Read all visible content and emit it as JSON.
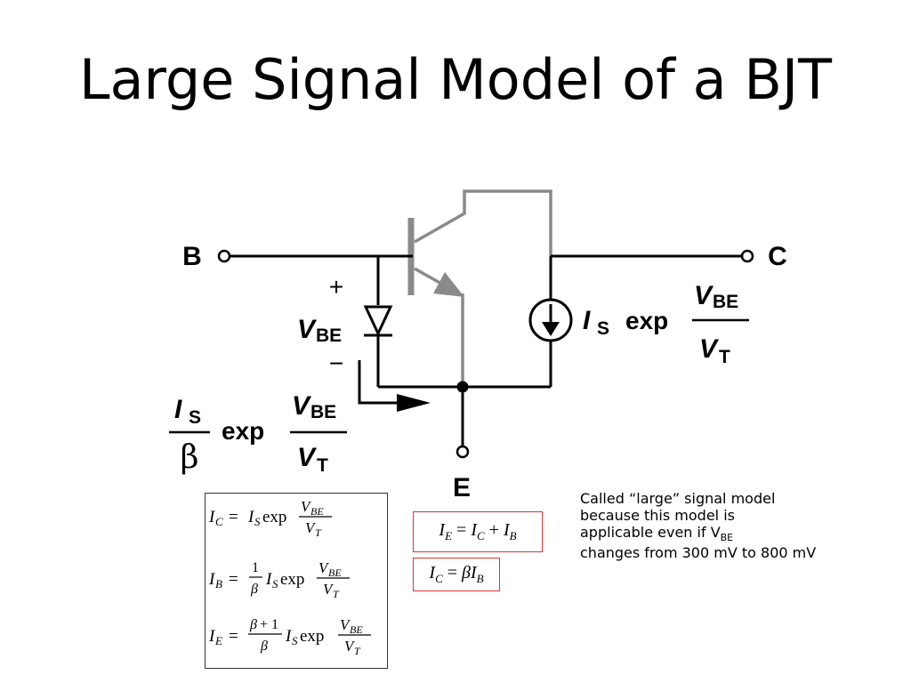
{
  "slide": {
    "title": "Large Signal Model of a BJT"
  },
  "circuit": {
    "node_b": "B",
    "node_c": "C",
    "node_e": "E",
    "plus_sign": "+",
    "minus_sign": "−",
    "vbe_main": "V",
    "vbe_sub": "BE",
    "ic_source": {
      "i": "I",
      "i_sub": "S",
      "exp": "exp",
      "num": "V",
      "num_sub": "BE",
      "den": "V",
      "den_sub": "T"
    },
    "ib_label": {
      "i": "I",
      "i_sub": "S",
      "beta": "β",
      "exp": "exp",
      "num": "V",
      "num_sub": "BE",
      "den": "V",
      "den_sub": "T"
    }
  },
  "equations": {
    "ic": "I_C = I_S exp V_BE / V_T",
    "ib": "I_B = 1/β I_S exp V_BE / V_T",
    "ie": "I_E = (β + 1)/β I_S exp V_BE / V_T",
    "ie_sum": "I_E = I_C + I_B",
    "ic_beta": "I_C = βI_B"
  },
  "note": {
    "line1": "Called “large” signal model",
    "line2": "because this model is",
    "line3": "applicable even if V",
    "line3_sub": "BE",
    "line4": "changes from 300 mV to 800 mV"
  }
}
